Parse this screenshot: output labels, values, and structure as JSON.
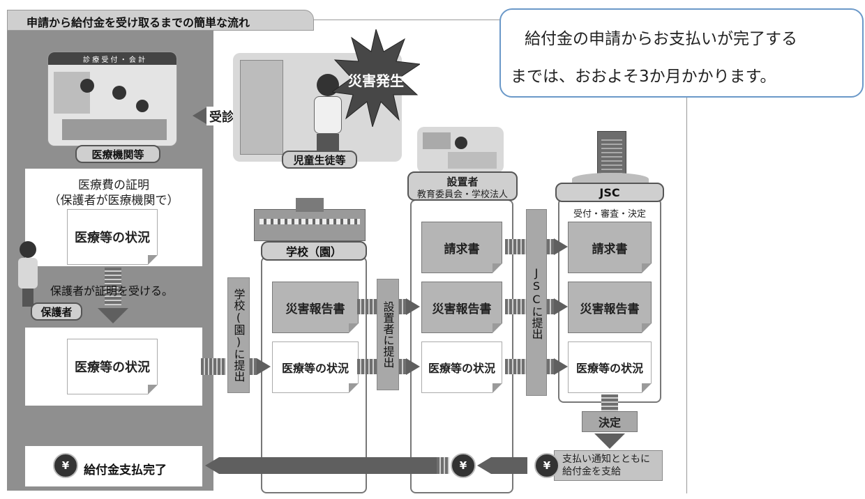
{
  "header": {
    "title": "申請から給付金を受け取るまでの簡単な流れ"
  },
  "note": {
    "line1": "給付金の申請からお支払いが完了する",
    "line2": "までは、おおよそ3か月かかります。"
  },
  "left": {
    "medical_label": "医療機関等",
    "reception_sign": "診 療 受 付 ・ 会 計",
    "proof_line1": "医療費の証明",
    "proof_line2": "（保護者が医療機関で）",
    "status_doc_1": "医療等の状況",
    "guardian_caption": "保護者が証明を受ける。",
    "guardian_label": "保護者",
    "status_doc_2": "医療等の状況",
    "complete_label": "給付金支払完了"
  },
  "top": {
    "jushin_label": "受診",
    "disaster_label": "災害発生",
    "student_label": "児童生徒等"
  },
  "school": {
    "label": "学校（園）",
    "report_doc": "災害報告書",
    "status_doc": "医療等の状況",
    "submit_label": "学校(園)に提出"
  },
  "founder": {
    "label": "設置者",
    "sublabel": "教育委員会・学校法人",
    "claim_doc": "請求書",
    "report_doc": "災害報告書",
    "status_doc": "医療等の状況",
    "submit_label": "設置者に提出"
  },
  "jsc": {
    "label": "JSC",
    "sublabel": "受付・審査・決定",
    "claim_doc": "請求書",
    "report_doc": "災害報告書",
    "status_doc": "医療等の状況",
    "submit_label": "JSCに提出",
    "decision_label": "決定",
    "payment_line1": "支払い通知とともに",
    "payment_line2": "給付金を支給"
  },
  "icons": {
    "yen_symbol": "¥"
  }
}
